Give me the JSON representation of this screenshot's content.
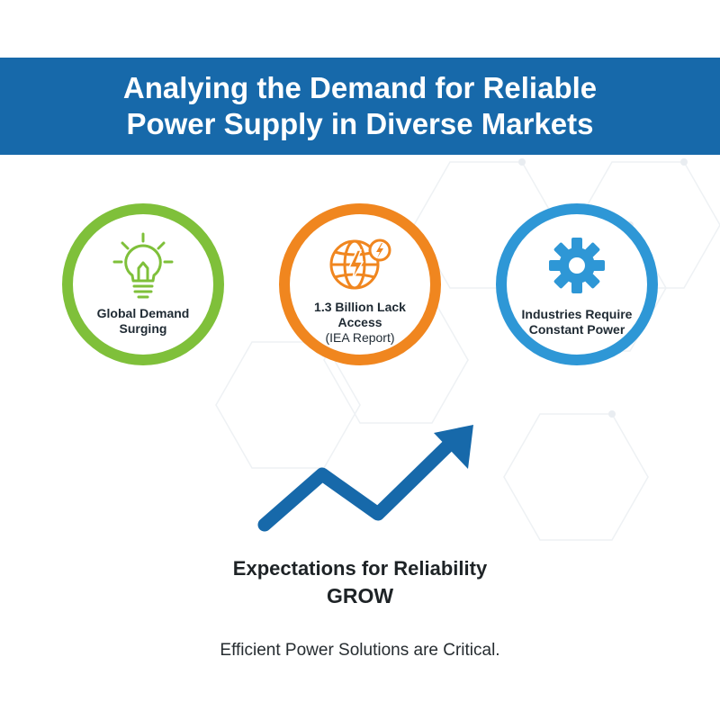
{
  "header": {
    "title_line1": "Analying the Demand for Reliable",
    "title_line2": "Power Supply in Diverse Markets"
  },
  "cards": [
    {
      "icon": "lightbulb-icon",
      "label": "Global Demand Surging",
      "sublabel": "",
      "color": "#7fc03a"
    },
    {
      "icon": "globe-lightning-icon",
      "label": "1.3 Billion Lack Access",
      "sublabel": "(IEA Report)",
      "color": "#f0861f"
    },
    {
      "icon": "gear-icon",
      "label": "Industries Require Constant Power",
      "sublabel": "",
      "color": "#2e97d6"
    }
  ],
  "growth": {
    "icon": "upward-trend-arrow-icon",
    "line1": "Expectations for Reliability",
    "line2": "GROW"
  },
  "footer": {
    "text": "Efficient Power Solutions are Critical."
  },
  "colors": {
    "header_bg": "#1769aa",
    "arrow": "#1769aa"
  }
}
